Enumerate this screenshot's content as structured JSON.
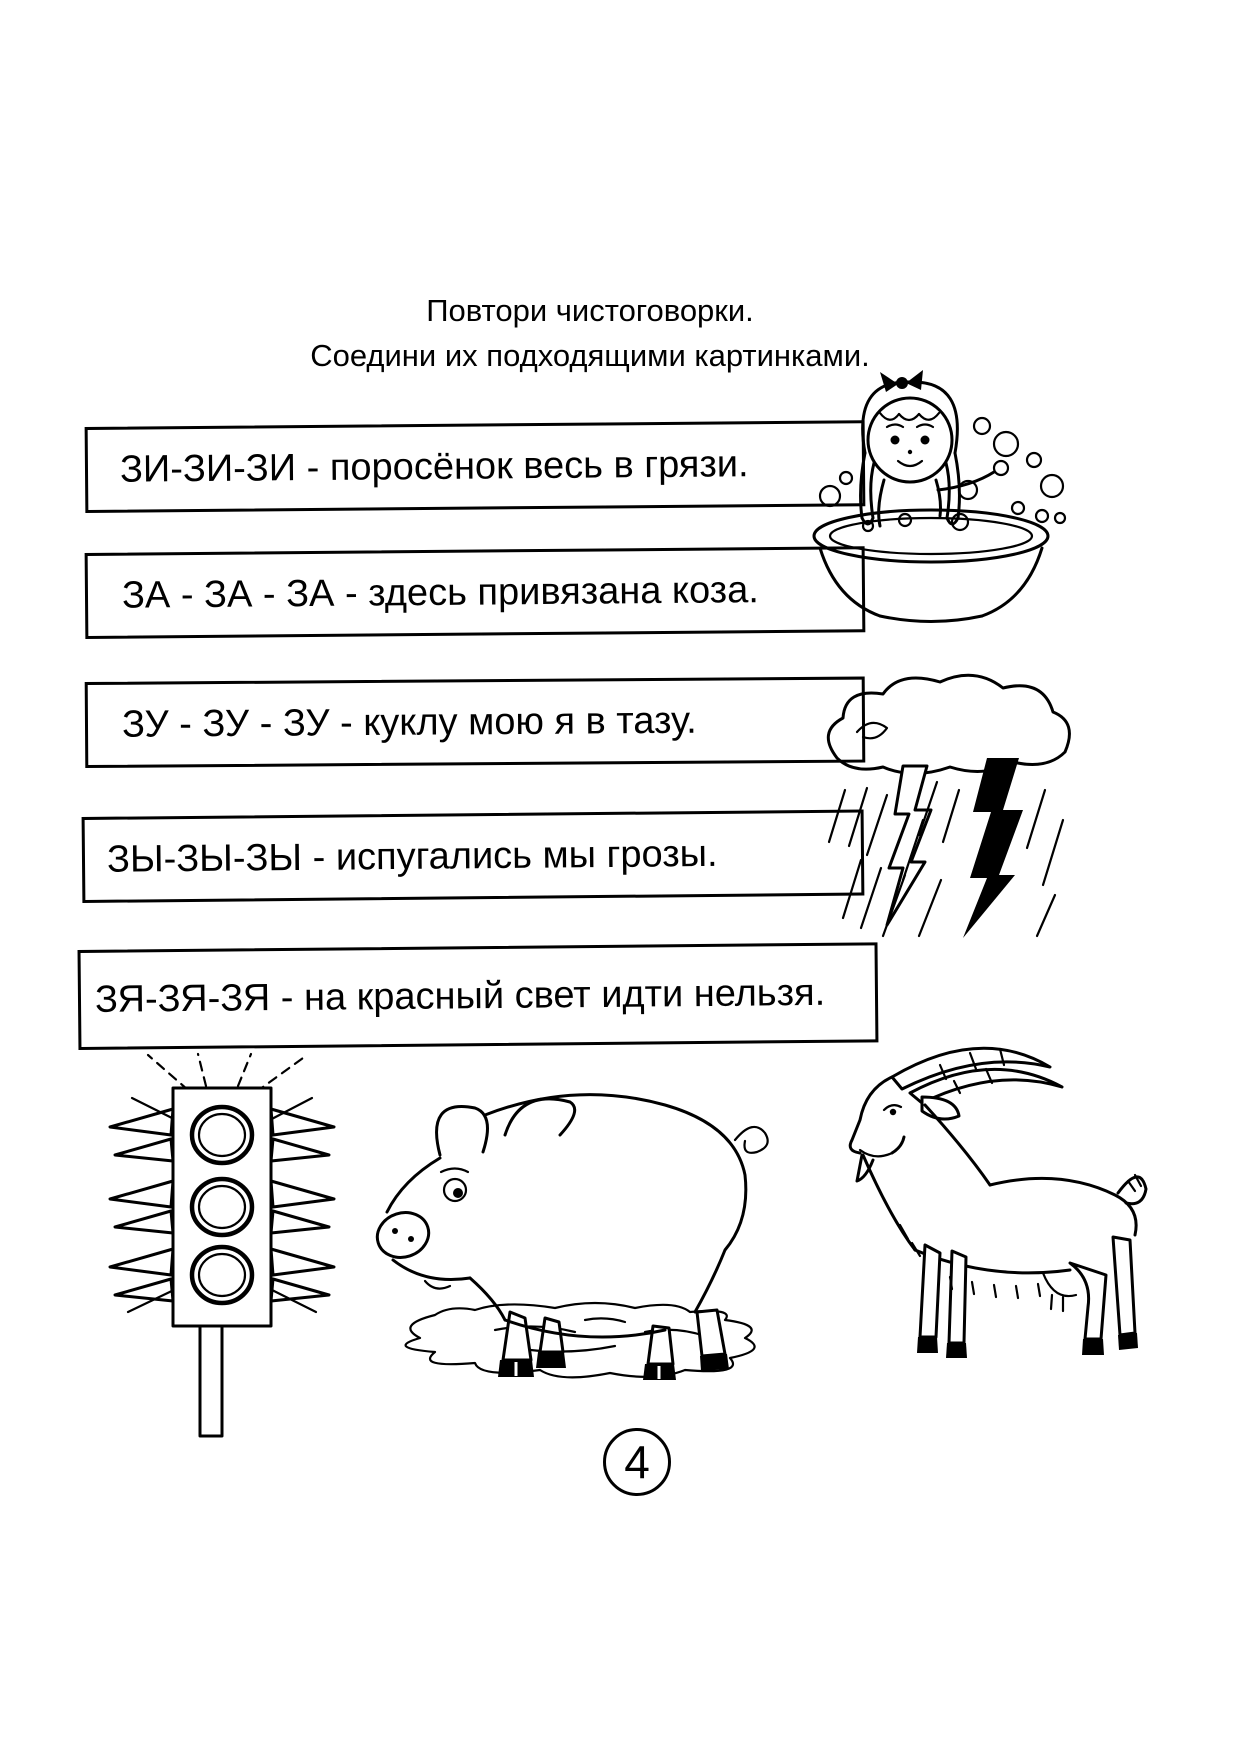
{
  "page": {
    "title_line1": "Повтори чистоговорки.",
    "title_line2": "Соедини их подходящими картинками.",
    "page_number": "4"
  },
  "phrases": [
    {
      "id": "zi",
      "label": "ЗИ-ЗИ-ЗИ - поросёнок весь в грязи."
    },
    {
      "id": "za",
      "label": "ЗА - ЗА - ЗА - здесь привязана коза."
    },
    {
      "id": "zu",
      "label": "ЗУ - ЗУ - ЗУ - куклу мою я в тазу."
    },
    {
      "id": "zy",
      "label": "ЗЫ-ЗЫ-ЗЫ - испугались мы грозы."
    },
    {
      "id": "zya",
      "label": "ЗЯ-ЗЯ-ЗЯ - на красный свет идти нельзя."
    }
  ],
  "illustrations": [
    {
      "icon": "bathing-girl-illustration"
    },
    {
      "icon": "storm-cloud-lightning-illustration"
    },
    {
      "icon": "traffic-light-illustration"
    },
    {
      "icon": "pig-in-puddle-illustration"
    },
    {
      "icon": "goat-illustration"
    }
  ],
  "colors": {
    "ink": "#000000",
    "paper": "#ffffff"
  }
}
